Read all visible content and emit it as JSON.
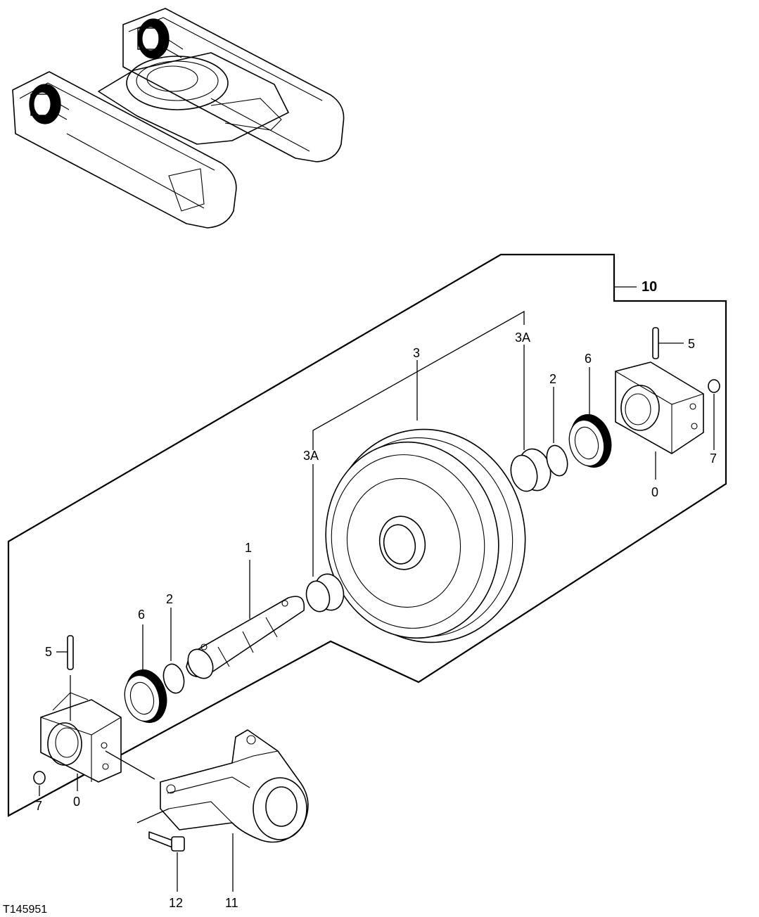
{
  "figure_id": "T145951",
  "callouts": {
    "assembly": "10",
    "shaft": "1",
    "o_ring_left": "2",
    "o_ring_right": "2",
    "idler_wheel": "3",
    "bushing_left": "3A",
    "bushing_right": "3A",
    "pin_left": "5",
    "pin_right": "5",
    "seal_left": "6",
    "seal_right": "6",
    "plug_left": "7",
    "plug_right": "7",
    "bearing_left": "0",
    "bearing_right": "0",
    "yoke": "11",
    "cap_screw": "12"
  }
}
